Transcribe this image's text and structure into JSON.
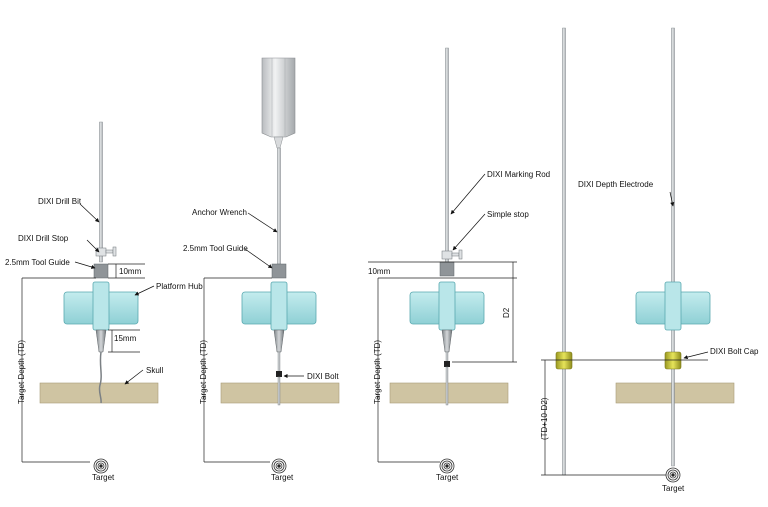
{
  "labels": {
    "drill_bit": "DIXI Drill Bit",
    "drill_stop": "DIXI Drill Stop",
    "tool_guide_1": "2.5mm Tool Guide",
    "platform_hub": "Platform Hub",
    "ten_mm_1": "10mm",
    "fifteen_mm": "15mm",
    "skull": "Skull",
    "target_depth_1": "Target Depth (TD)",
    "target_1": "Target",
    "anchor_wrench": "Anchor Wrench",
    "tool_guide_2": "2.5mm Tool Guide",
    "dixi_bolt": "DIXI Bolt",
    "target_depth_2": "Target Depth (TD)",
    "target_2": "Target",
    "marking_rod": "DIXI Marking Rod",
    "simple_stop": "Simple stop",
    "ten_mm_2": "10mm",
    "d2": "D2",
    "target_depth_3": "Target Depth (TD)",
    "target_3": "Target",
    "depth_electrode": "DIXI Depth Electrode",
    "bolt_cap": "DIXI Bolt Cap",
    "td_formula": "(TD+10-D2)",
    "target_4": "Target"
  },
  "colors": {
    "hub": "#a8dfe2",
    "hub_edge": "#5aa9b0",
    "bone": "#cfc4a2",
    "bone_edge": "#a89c78",
    "metal": "#cfd3d6",
    "guide": "#8f9498",
    "cap": "#c8c63a",
    "wrench": "#d8dadc"
  }
}
